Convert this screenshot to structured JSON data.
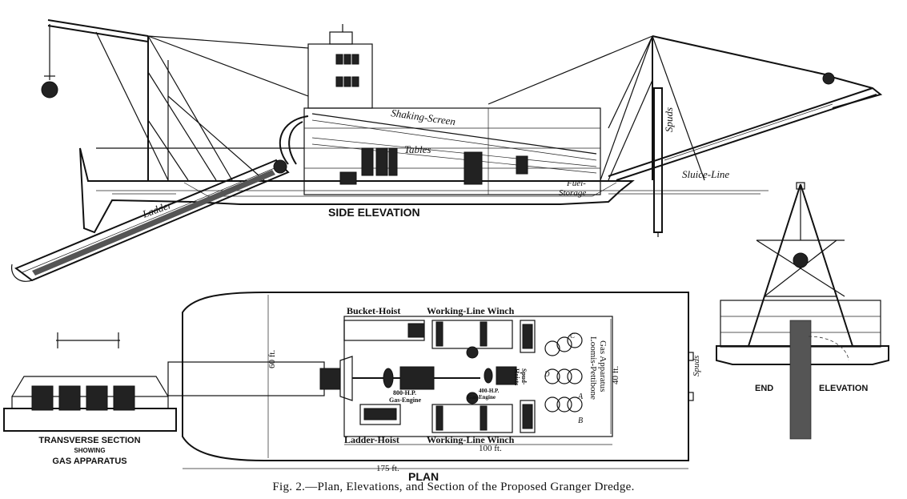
{
  "labels": {
    "shaking_screen": "Shaking-Screen",
    "tables": "Tables",
    "spuds_side": "Spuds",
    "sluice_line": "Sluice-Line",
    "fuel_storage_1": "Fuel-",
    "fuel_storage_2": "Storage",
    "ladder": "Ladder",
    "side_elevation": "SIDE ELEVATION",
    "end_elevation_1": "END",
    "end_elevation_2": "ELEVATION",
    "transverse_1": "TRANSVERSE SECTION",
    "transverse_2": "SHOWING",
    "transverse_3": "GAS APPARATUS",
    "bucket_hoist": "Bucket-Hoist",
    "working_line_winch_top": "Working-Line Winch",
    "working_line_winch_bottom": "Working-Line Winch",
    "ladder_hoist": "Ladder-Hoist",
    "engine_800_1": "800-H.P.",
    "engine_800_2": "Gas-Engine",
    "engine_400_1": "400-H.P.",
    "engine_400_2": "Gas-Engine",
    "spud_hoists_1": "Spud-",
    "spud_hoists_2": "Hoists",
    "spuds_plan": "Spuds",
    "loomis_1": "Loomis-Pettibone",
    "loomis_2": "Gas Apparatus",
    "dim_60": "60 ft.",
    "dim_40": "40 ft.",
    "dim_100": "100 ft.",
    "dim_175": "175 ft.",
    "plan": "PLAN",
    "letter_a": "A",
    "letter_b": "B",
    "letter_c": "C",
    "letter_d": "D"
  },
  "caption": "Fig. 2.—Plan, Elevations, and Section of the Proposed Granger Dredge."
}
